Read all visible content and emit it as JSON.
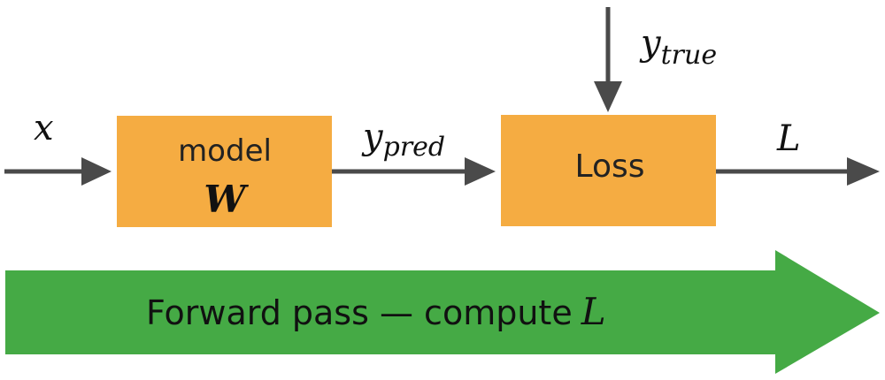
{
  "colors": {
    "block_fill": "#F5AC42",
    "arrow": "#4A4A4A",
    "banner": "#45AA45",
    "text": "#222222"
  },
  "input": {
    "symbol": "x"
  },
  "model": {
    "label": "model",
    "param": "W"
  },
  "prediction": {
    "symbol": "y",
    "subscript": "pred"
  },
  "target": {
    "symbol": "y",
    "subscript": "true"
  },
  "loss": {
    "label": "Loss"
  },
  "output": {
    "symbol": "L"
  },
  "banner": {
    "text": "Forward pass — compute",
    "symbol": "L"
  }
}
